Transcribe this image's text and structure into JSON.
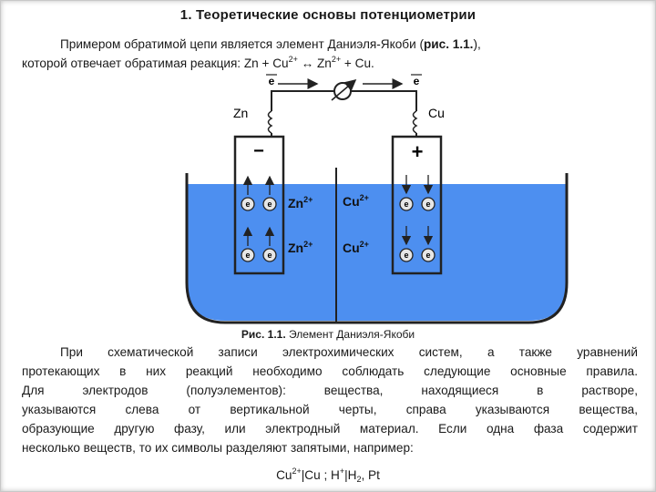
{
  "title": "1. Теоретические основы потенциометрии",
  "intro": {
    "line1_prefix": "Примером обратимой цепи является элемент Даниэля-Якоби (",
    "line1_ref": "рис. 1.1.",
    "line1_suffix": "),",
    "line2_prefix": "которой отвечает обратимая реакция: Zn + Cu",
    "line2_sup1": "2+",
    "line2_arrow": " ↔ Zn",
    "line2_sup2": "2+",
    "line2_suffix": " + Cu."
  },
  "diagram": {
    "electron_left": "e",
    "electron_right": "e",
    "left_electrode_label": "Zn",
    "right_electrode_label": "Cu",
    "left_sign": "−",
    "right_sign": "+",
    "electron_symbol": "e",
    "ion_zn": "Zn",
    "ion_cu": "Cu",
    "ion_charge": "2+",
    "colors": {
      "solution": "#4d8ff0",
      "vessel": "#222222",
      "electrode_fill": "#ffffff",
      "electron_fill": "#e6e6e6"
    }
  },
  "caption": {
    "label": "Рис. 1.1.",
    "text": " Элемент Даниэля-Якоби"
  },
  "body": {
    "lines": [
      "При схематической записи электрохимических систем, а также уравнений",
      "протекающих в них реакций необходимо соблюдать следующие основные правила.",
      "Для электродов (полуэлементов): вещества, находящиеся в растворе,",
      "указываются слева от вертикальной черты, справа указываются вещества,",
      "образующие другую фазу, или электродный материал. Если одна фаза содержит",
      "несколько веществ, то их символы разделяют запятыми, например:"
    ]
  },
  "formula": {
    "p1": "Cu",
    "p1_sup": "2+",
    "p2": "|Cu ; H",
    "p2_sup": "+",
    "p3": "|H",
    "p3_sub": "2",
    "p4": ", Pt"
  }
}
